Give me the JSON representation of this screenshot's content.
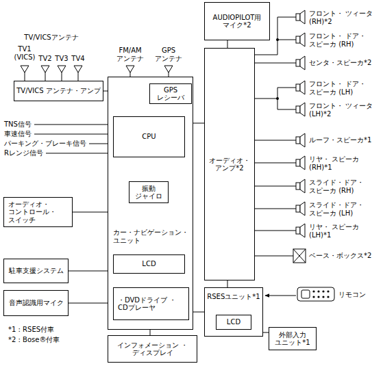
{
  "diagram": {
    "nodes": [
      {
        "text": [
          "AUDIOPILOT用 マイク*2"
        ]
      },
      {
        "text": [
          "TV/VICS アンテナ・アンプ"
        ]
      },
      {
        "text": [
          "カー・ナビゲーション・ ユニット"
        ]
      },
      {
        "text": [
          "GPS レシーバ"
        ],
        "in": 2
      },
      {
        "text": [
          "CPU"
        ],
        "in": 2
      },
      {
        "text": [
          "振動 ジャイロ"
        ],
        "in": 2
      },
      {
        "text": [
          "LCD"
        ],
        "in": 2
      },
      {
        "text": [
          "・DVDドライブ ・CDプレーヤ"
        ],
        "in": 2
      },
      {
        "text": [
          "オーディオ・ アンプ*2"
        ]
      },
      {
        "text": [
          "オーディオ・ コントロール・ スイッチ"
        ]
      },
      {
        "text": [
          "駐車支援システム"
        ]
      },
      {
        "text": [
          "音声認識用マイク"
        ]
      },
      {
        "text": [
          "RSESユニット*1"
        ]
      },
      {
        "text": [
          "LCD"
        ],
        "in": 12
      },
      {
        "text": [
          "外部入力 ユニット*1"
        ]
      },
      {
        "text": [
          "インフォメーション ・ディスプレイ"
        ]
      }
    ],
    "edges": [
      {
        "from": 1,
        "to": 2,
        "arrow": "none"
      },
      {
        "from": 3,
        "to": 4,
        "arrow": "none"
      },
      {
        "from": 5,
        "to": 4,
        "arrow": "to"
      },
      {
        "from": 2,
        "to": 8,
        "arrow": "none"
      },
      {
        "from": 0,
        "to": 8,
        "arrow": "none"
      },
      {
        "from": 9,
        "to": 2,
        "arrow": "none"
      },
      {
        "from": 10,
        "to": 2,
        "arrow": "none"
      },
      {
        "from": 11,
        "to": 2,
        "arrow": "none"
      },
      {
        "from": 2,
        "to": 12,
        "arrow": "none"
      },
      {
        "from": 8,
        "to": 12,
        "arrow": "none"
      },
      {
        "from": 12,
        "to": 14,
        "arrow": "none"
      },
      {
        "from": 2,
        "to": 15,
        "arrow": "none"
      }
    ],
    "labels": [
      "TV/VICSアンテナ",
      "TV1 (VICS)",
      "TV2",
      "TV3",
      "TV4",
      "FM/AM アンテナ",
      "GPS アンテナ",
      "TNS信号",
      "車速信号",
      "パーキング・ブレーキ信号",
      "Rレンジ信号",
      "フロント・ ツィータ (RH)*2",
      "フロント・ ドア・スピーカ (RH)",
      "センタ・スピーカ*2",
      "フロント・ ドア・スピーカ (LH)",
      "フロント・ ツィータ (LH)*2",
      "ルーフ・スピーカ*1",
      "リヤ・ スピーカ (RH)*1",
      "スライド・ドア・ スピーカ (RH)",
      "スライド・ドア・ スピーカ (LH)",
      "リヤ・ スピーカ (LH)*1",
      "ベース・ボックス*2",
      "リモコン",
      "*1 : RSES付車",
      "*2 : Bose®付車"
    ]
  }
}
